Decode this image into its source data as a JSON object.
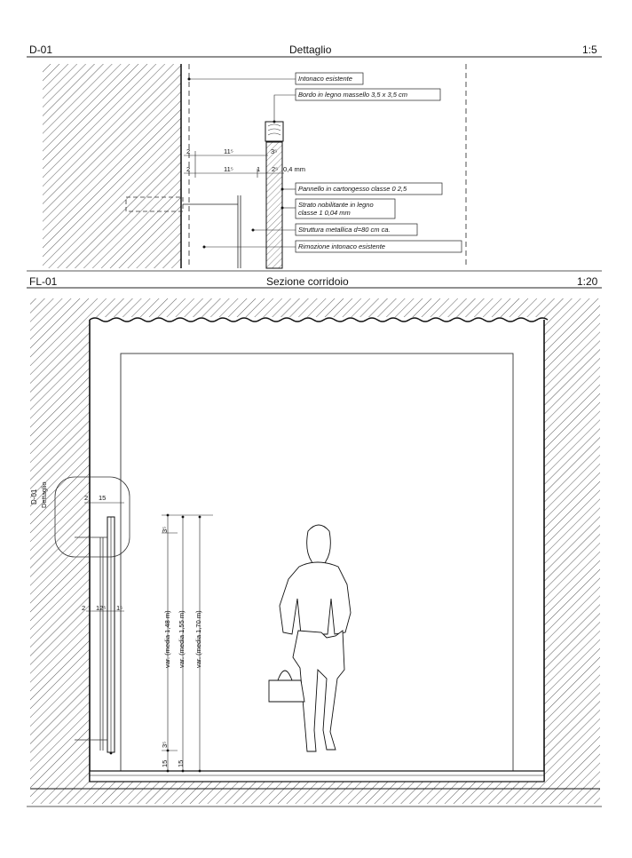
{
  "detail": {
    "code": "D-01",
    "title": "Dettaglio",
    "scale": "1:5",
    "callouts": [
      "Intonaco esistente",
      "Bordo in legno massello 3,5 x 3,5 cm",
      "Pannello in cartongesso classe 0 2,5",
      "Strato nobilitante in legno",
      "classe 1 0,04 mm",
      "Struttura metallica d=80 cm ca.",
      "Rimozione intonaco esistente"
    ],
    "dims": {
      "d_2a": "2",
      "d_11a": "11⁵",
      "d_3a": "3⁵",
      "d_2b": "2",
      "d_11b": "11⁵",
      "d_1": "1",
      "d_2c": "2⁵",
      "d_04": "0,4 mm"
    }
  },
  "section": {
    "code": "FL-01",
    "title": "Sezione corridoio",
    "scale": "1:20",
    "ref_code": "D-01",
    "ref_title": "Dettaglio",
    "dims": {
      "top_2": "2",
      "top_15": "15",
      "mid_2": "2",
      "mid_12": "12⁵",
      "mid_1": "1⁵",
      "h35_top": "3⁵",
      "h35_bot": "3⁵",
      "var1": "var. (media 1,48 m)",
      "var2": "var. (media 1,55 m)",
      "var3": "var. (media 1,70 m)",
      "b15a": "15",
      "b15b": "15"
    }
  }
}
